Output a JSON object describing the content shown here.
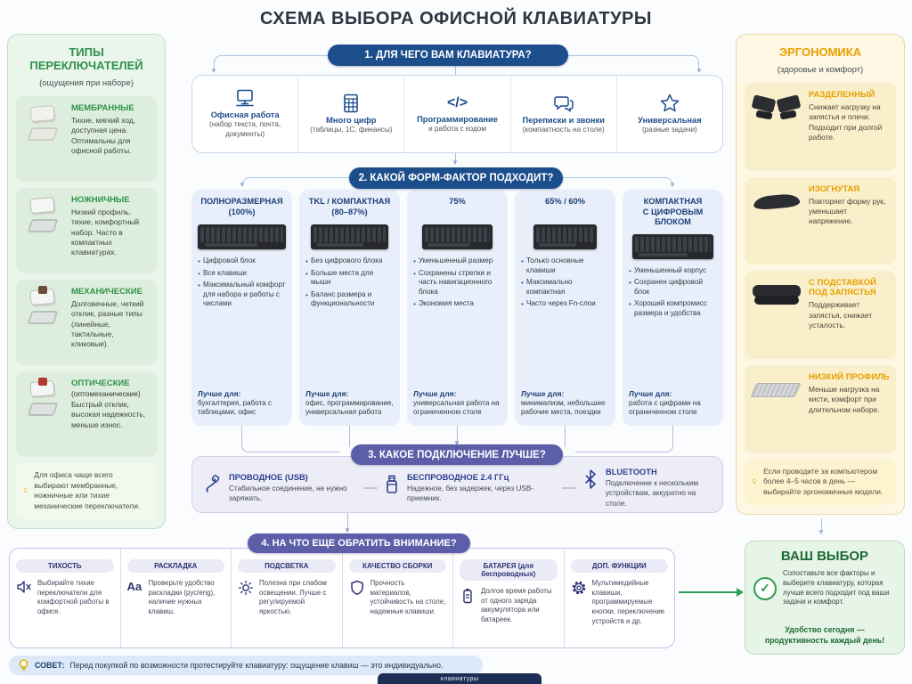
{
  "title": "СХЕМА ВЫБОРА ОФИСНОЙ КЛАВИАТУРЫ",
  "colors": {
    "step_blue": "#1d4e8c",
    "step_purple": "#5c5fa8",
    "accent_green": "#2f9e4f",
    "accent_amber": "#e8a000"
  },
  "switches_panel": {
    "title": "ТИПЫ ПЕРЕКЛЮЧАТЕЛЕЙ",
    "subtitle": "(ощущения при наборе)",
    "items": [
      {
        "name": "МЕМБРАННЫЕ",
        "sub": "",
        "desc": "Тихие, мягкий ход, доступная цена. Оптимальны для офисной работы.",
        "icon": "membrane-switch"
      },
      {
        "name": "НОЖНИЧНЫЕ",
        "sub": "",
        "desc": "Низкий профиль, тихие, комфортный набор. Часто в компактных клавиатурах.",
        "icon": "scissor-switch"
      },
      {
        "name": "МЕХАНИЧЕСКИЕ",
        "sub": "",
        "desc": "Долговечные, четкий отклик, разные типы (линейные, тактильные, кликовые).",
        "icon": "mechanical-switch"
      },
      {
        "name": "ОПТИЧЕСКИЕ",
        "sub": "(оптомеханические)",
        "desc": "Быстрый отклик, высокая надежность, меньше износ.",
        "icon": "optical-switch"
      }
    ],
    "tip": "Для офиса чаще всего выбирают мембранные, ножничные или тихие механические переключатели."
  },
  "ergonomics_panel": {
    "title": "ЭРГОНОМИКА",
    "subtitle": "(здоровье и комфорт)",
    "items": [
      {
        "name": "РАЗДЕЛЕННЫЙ",
        "desc": "Снижает нагрузку на запястья и плечи. Подходит при долгой работе.",
        "icon": "split-keyboard"
      },
      {
        "name": "ИЗОГНУТАЯ",
        "desc": "Повторяет форму рук, уменьшает напряжение.",
        "icon": "curved-keyboard"
      },
      {
        "name": "С ПОДСТАВКОЙ ПОД ЗАПЯСТЬЯ",
        "desc": "Поддерживает запястья, снижает усталость.",
        "icon": "wrist-rest-keyboard"
      },
      {
        "name": "НИЗКИЙ ПРОФИЛЬ",
        "desc": "Меньше нагрузка на кисти, комфорт при длительном наборе.",
        "icon": "low-profile-keyboard"
      }
    ],
    "tip": "Если проводите за компьютером более 4–5 часов в день — выбирайте эргономичные модели."
  },
  "step1": {
    "title": "1. ДЛЯ ЧЕГО ВАМ КЛАВИАТУРА?",
    "options": [
      {
        "label": "Офисная работа",
        "sub": "(набор текста, почта, документы)",
        "icon": "monitor-icon"
      },
      {
        "label": "Много цифр",
        "sub": "(таблицы, 1С, финансы)",
        "icon": "spreadsheet-icon"
      },
      {
        "label": "Программирование",
        "sub": "и работа с кодом",
        "icon": "code-icon"
      },
      {
        "label": "Переписки и звонки",
        "sub": "(компактность на столе)",
        "icon": "chat-icon"
      },
      {
        "label": "Универсальная",
        "sub": "(разные задачи)",
        "icon": "star-icon"
      }
    ]
  },
  "step2": {
    "title": "2. КАКОЙ ФОРМ-ФАКТОР ПОДХОДИТ?",
    "better_label": "Лучше для:",
    "cards": [
      {
        "title": "ПОЛНОРАЗМЕРНАЯ",
        "subtitle": "(100%)",
        "bullets": [
          "Цифровой блок",
          "Все клавиши",
          "Максимальный комфорт для набора и работы с числами"
        ],
        "better": "бухгалтерия, работа с таблицами, офис"
      },
      {
        "title": "TKL / КОМПАКТНАЯ",
        "subtitle": "(80–87%)",
        "bullets": [
          "Без цифрового блока",
          "Больше места для мыши",
          "Баланс размера и функциональности"
        ],
        "better": "офис, программирование, универсальная работа"
      },
      {
        "title": "75%",
        "subtitle": "",
        "bullets": [
          "Уменьшенный размер",
          "Сохранены стрелки и часть навигационного блока",
          "Экономия места"
        ],
        "better": "универсальная работа на ограниченном столе"
      },
      {
        "title": "65% / 60%",
        "subtitle": "",
        "bullets": [
          "Только основные клавиши",
          "Максимально компактная",
          "Часто через Fn-слои"
        ],
        "better": "минимализм, небольшие рабочие места, поездки"
      },
      {
        "title": "КОМПАКТНАЯ",
        "subtitle": "С ЦИФРОВЫМ БЛОКОМ",
        "bullets": [
          "Уменьшенный корпус",
          "Сохранен цифровой блок",
          "Хороший компромисс размера и удобства"
        ],
        "better": "работа с цифрами на ограниченном столе"
      }
    ]
  },
  "step3": {
    "title": "3. КАКОЕ ПОДКЛЮЧЕНИЕ ЛУЧШЕ?",
    "options": [
      {
        "name": "ПРОВОДНОЕ (USB)",
        "desc": "Стабильное соединение, не нужно заряжать.",
        "icon": "cable-icon"
      },
      {
        "name": "БЕСПРОВОДНОЕ 2.4 ГГц",
        "desc": "Надежное, без задержек, через USB-приемник.",
        "icon": "usb-receiver-icon"
      },
      {
        "name": "BLUETOOTH",
        "desc": "Подключение к нескольким устройствам, аккуратно на столе.",
        "icon": "bluetooth-icon"
      }
    ]
  },
  "step4": {
    "title": "4. НА ЧТО ЕЩЕ ОБРАТИТЬ ВНИМАНИЕ?",
    "items": [
      {
        "name": "ТИХОСТЬ",
        "desc": "Выбирайте тихие переключатели для комфортной работы в офисе.",
        "icon": "mute-speaker-icon"
      },
      {
        "name": "РАСКЛАДКА",
        "desc": "Проверьте удобство раскладки (рус/eng), наличие нужных клавиш.",
        "icon": "aa-letters-icon"
      },
      {
        "name": "ПОДСВЕТКА",
        "desc": "Полезна при слабом освещении. Лучше с регулируемой яркостью.",
        "icon": "brightness-icon"
      },
      {
        "name": "КАЧЕСТВО СБОРКИ",
        "desc": "Прочность материалов, устойчивость на столе, надежные клавиши.",
        "icon": "shield-icon"
      },
      {
        "name": "БАТАРЕЯ (для беспроводных)",
        "desc": "Долгое время работы от одного заряда аккумулятора или батареек.",
        "icon": "battery-icon"
      },
      {
        "name": "ДОП. ФУНКЦИИ",
        "desc": "Мультимедийные клавиши, программируемые кнопки, переключение устройств и др.",
        "icon": "gear-icon"
      }
    ]
  },
  "result_panel": {
    "title": "ВАШ ВЫБОР",
    "desc": "Сопоставьте все факторы и выберите клавиатуру, которая лучше всего подходит под ваши задачи и комфорт.",
    "tagline": "Удобство сегодня — продуктивность каждый день!"
  },
  "advice": {
    "label": "СОВЕТ:",
    "text": "Перед покупкой по возможности протестируйте клавиатуру: ощущение клавиш — это индивидуально."
  },
  "footer": {
    "watermark": "клавиатуры"
  }
}
